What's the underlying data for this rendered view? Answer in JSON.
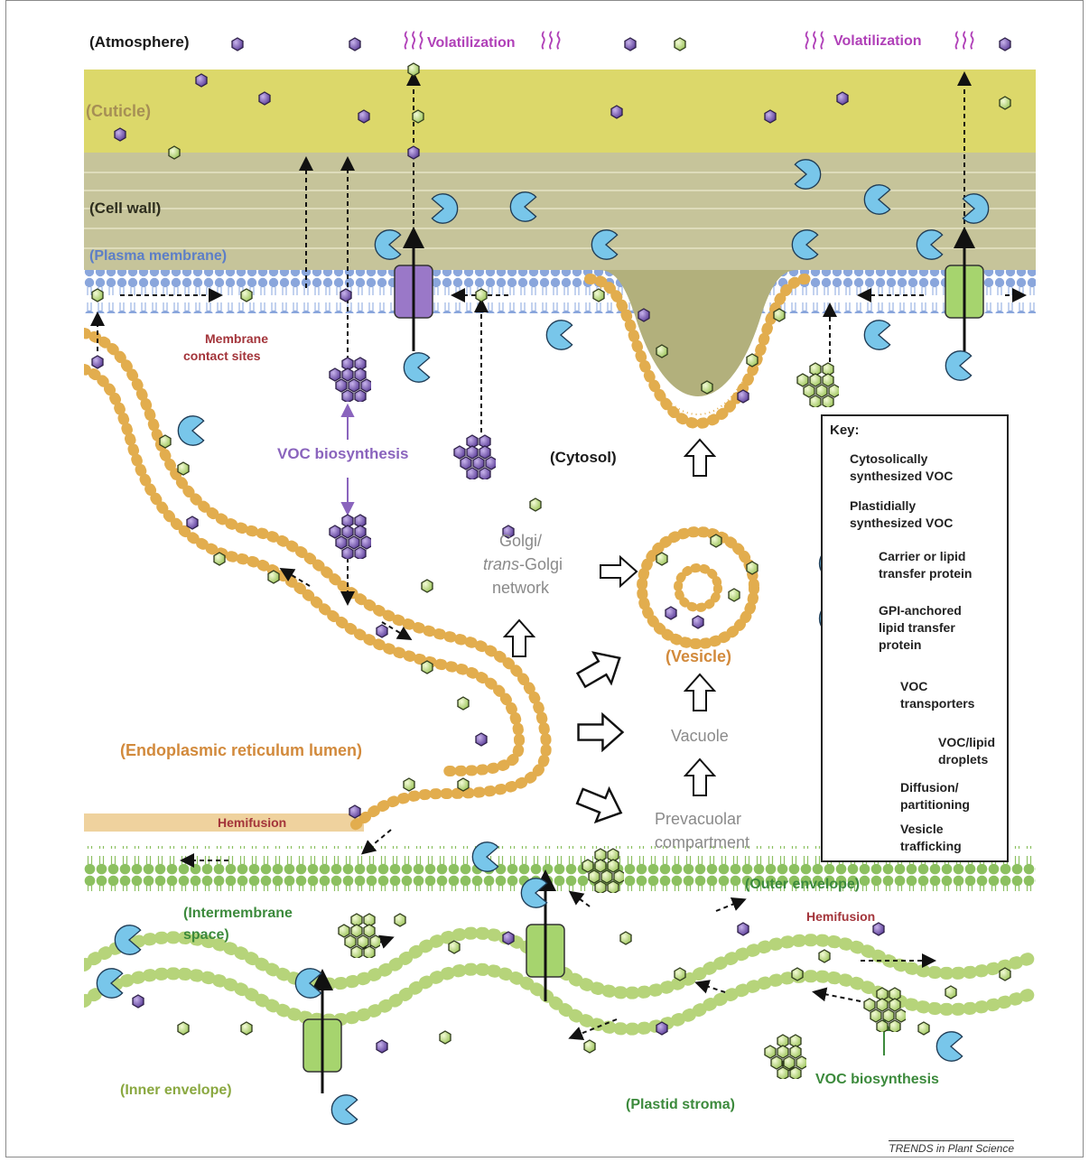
{
  "labels": {
    "atmosphere": "(Atmosphere)",
    "volatilization_1": "Volatilization",
    "volatilization_2": "Volatilization",
    "cuticle": "(Cuticle)",
    "cell_wall": "(Cell wall)",
    "plasma_membrane": "(Plasma membrane)",
    "membrane_contact_sites_1": "Membrane",
    "membrane_contact_sites_2": "contact sites",
    "voc_biosynthesis_top": "VOC biosynthesis",
    "cytosol": "(Cytosol)",
    "golgi_1": "Golgi/",
    "golgi_2": "trans",
    "golgi_2b": "-Golgi",
    "golgi_3": "network",
    "vesicle": "(Vesicle)",
    "vacuole": "Vacuole",
    "er_lumen": "(Endoplasmic reticulum lumen)",
    "hemifusion_1": "Hemifusion",
    "hemifusion_2": "Hemifusion",
    "prevacuolar_1": "Prevacuolar",
    "prevacuolar_2": "compartment",
    "outer_envelope": "(Outer envelope)",
    "intermembrane_1": "(Intermembrane",
    "intermembrane_2": "space)",
    "inner_envelope": "(Inner envelope)",
    "plastid_stroma": "(Plastid stroma)",
    "voc_biosynthesis_bottom": "VOC biosynthesis"
  },
  "key": {
    "title": "Key:",
    "items": [
      {
        "l1": "Cytosolically",
        "l2": "synthesized VOC"
      },
      {
        "l1": "Plastidially",
        "l2": "synthesized VOC"
      },
      {
        "l1": "Carrier or lipid",
        "l2": "transfer protein"
      },
      {
        "l1": "GPI-anchored",
        "l2": "lipid transfer",
        "l3": "protein"
      },
      {
        "l1": "VOC",
        "l2": "transporters"
      },
      {
        "l1": "VOC/lipid",
        "l2": "droplets"
      },
      {
        "l1": "Diffusion/",
        "l2": "partitioning"
      },
      {
        "l1": "Vesicle",
        "l2": "trafficking"
      }
    ]
  },
  "source": "TRENDS in Plant Science",
  "colors": {
    "cuticle": "#dcd86a",
    "cell_wall": "#c6c49a",
    "pm_heads": "#8aa6dc",
    "er_heads": "#e2ad4e",
    "outer_env_heads": "#8cc060",
    "inner_env_heads": "#b6d47a",
    "cytosolic_voc": "#7e5cb8",
    "plastidial_voc": "#d8eaa2",
    "carrier": "#6ec0e4",
    "transporter_purple": "#9a78c8",
    "transporter_green": "#a6d46e"
  },
  "icons": [
    "hexagon-voc-icon",
    "pacman-carrier-icon",
    "transporter-icon",
    "block-arrow-icon",
    "volatilization-wave-icon"
  ]
}
